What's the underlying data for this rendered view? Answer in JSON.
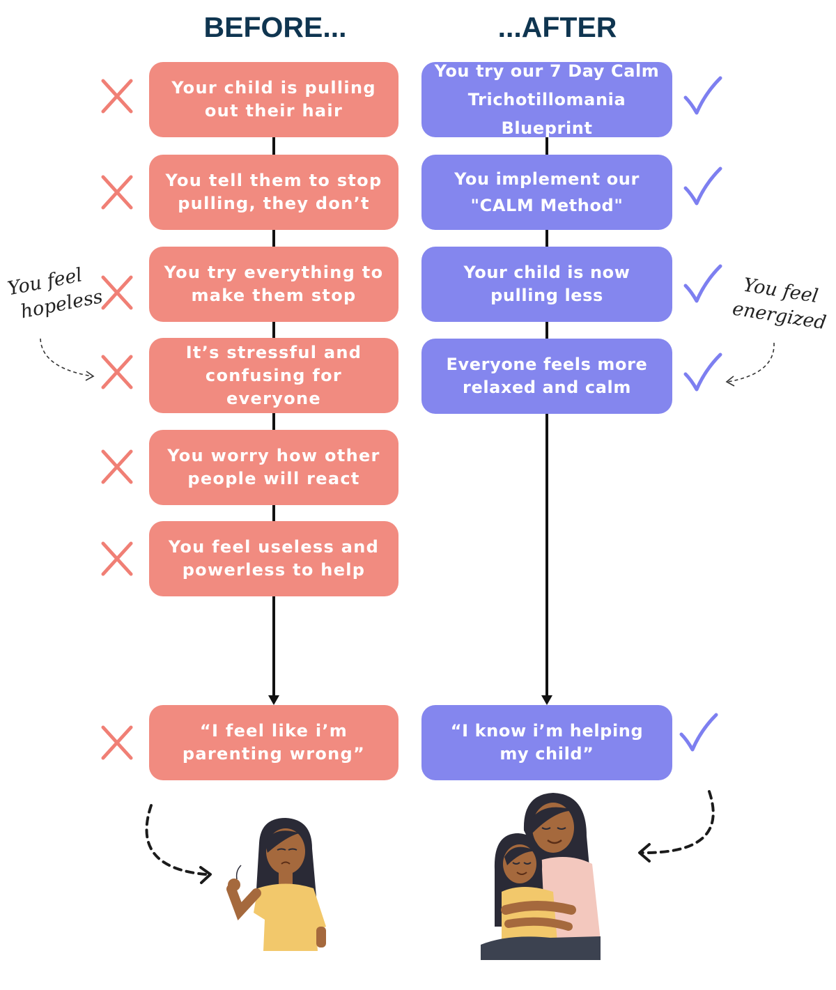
{
  "headings": {
    "before": "BEFORE...",
    "after": "...AFTER"
  },
  "before_steps": [
    "Your child is pulling\nout their hair",
    "You tell them to stop\npulling, they don’t",
    "You try everything to\nmake them stop",
    "It’s stressful and\nconfusing for everyone",
    "You worry how other\npeople will react",
    "You feel useless and\npowerless to help"
  ],
  "before_final": "“I feel like i’m\nparenting wrong”",
  "after_steps": [
    "You try our 7 Day Calm\nTrichotillomania Blueprint",
    "You implement our\n\"CALM Method\"",
    "Your child is now\npulling less",
    "Everyone feels more\nrelaxed and calm"
  ],
  "after_final": "“I know i’m helping\nmy child”",
  "notes": {
    "left_line1": "You feel",
    "left_line2": "hopeless",
    "right_line1": "You feel",
    "right_line2": "energized"
  },
  "colors": {
    "before_box": "#f18b80",
    "after_box": "#8486ee",
    "cross": "#f07f75",
    "check": "#7d7ff0",
    "heading": "#0f3550"
  },
  "icons": {
    "negative": "cross-icon",
    "positive": "check-icon"
  }
}
